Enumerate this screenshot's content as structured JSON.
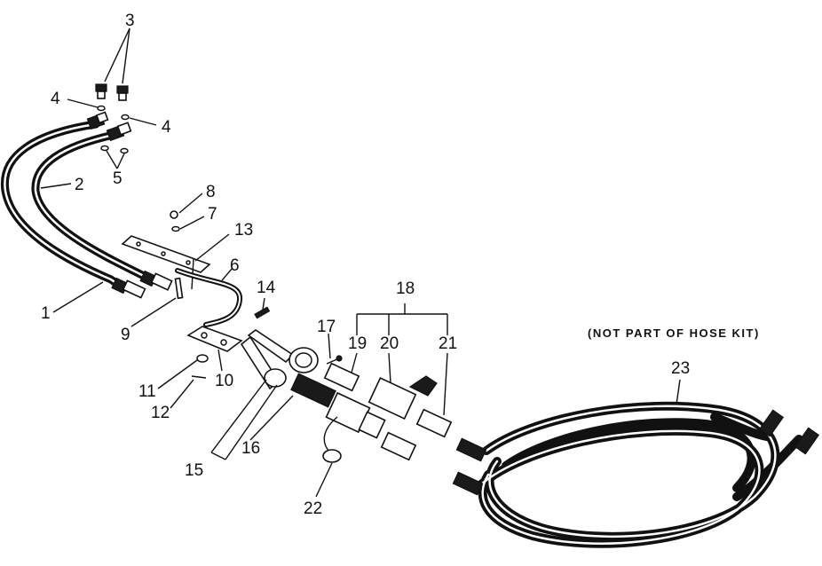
{
  "note": "(NOT PART OF HOSE KIT)",
  "callouts": {
    "c1": "1",
    "c2": "2",
    "c3": "3",
    "c4a": "4",
    "c4b": "4",
    "c5": "5",
    "c6": "6",
    "c7": "7",
    "c8": "8",
    "c9": "9",
    "c10": "10",
    "c11": "11",
    "c12": "12",
    "c13": "13",
    "c14": "14",
    "c15": "15",
    "c16": "16",
    "c17": "17",
    "c18": "18",
    "c19": "19",
    "c20": "20",
    "c21": "21",
    "c22": "22",
    "c23": "23"
  }
}
